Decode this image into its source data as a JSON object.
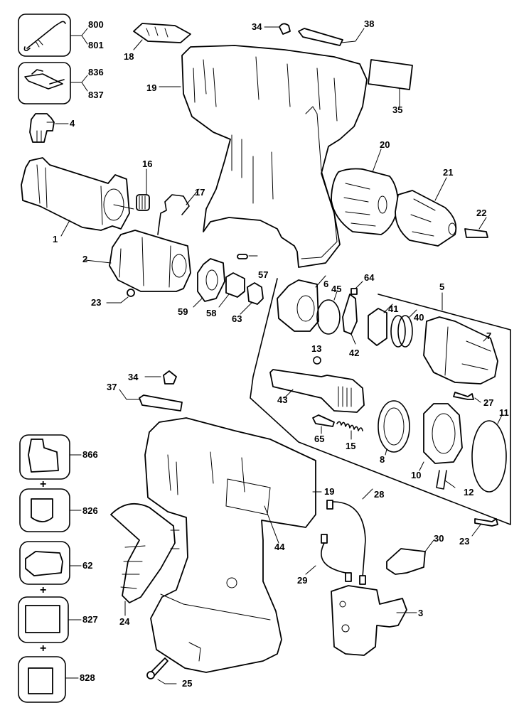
{
  "diagram": {
    "type": "exploded-parts-diagram",
    "subject": "cordless drill/driver",
    "colors": {
      "ink": "#000000",
      "background": "#ffffff"
    }
  },
  "labels": {
    "p800": "800",
    "p801": "801",
    "p836": "836",
    "p837": "837",
    "p4": "4",
    "p18": "18",
    "p19_top": "19",
    "p34_top": "34",
    "p38": "38",
    "p35": "35",
    "p16": "16",
    "p17": "17",
    "p1": "1",
    "p2": "2",
    "p23_left": "23",
    "p20": "20",
    "p21": "21",
    "p22": "22",
    "p57": "57",
    "p59": "59",
    "p58": "58",
    "p63": "63",
    "p6": "6",
    "p45": "45",
    "p64": "64",
    "p5": "5",
    "p41": "41",
    "p40": "40",
    "p42": "42",
    "p7": "7",
    "p13": "13",
    "p43": "43",
    "p27": "27",
    "p11": "11",
    "p65": "65",
    "p15": "15",
    "p8": "8",
    "p10": "10",
    "p12": "12",
    "p34_mid": "34",
    "p37": "37",
    "p866": "866",
    "p826": "826",
    "p62": "62",
    "p827": "827",
    "p828": "828",
    "p19_bottom": "19",
    "p28": "28",
    "p44": "44",
    "p23_right": "23",
    "p30": "30",
    "p29": "29",
    "p3": "3",
    "p24": "24",
    "p25": "25"
  },
  "kit_separator": "+",
  "kits": [
    {
      "items": [
        "866",
        "826"
      ]
    },
    {
      "items": [
        "62",
        "827",
        "828"
      ]
    }
  ]
}
